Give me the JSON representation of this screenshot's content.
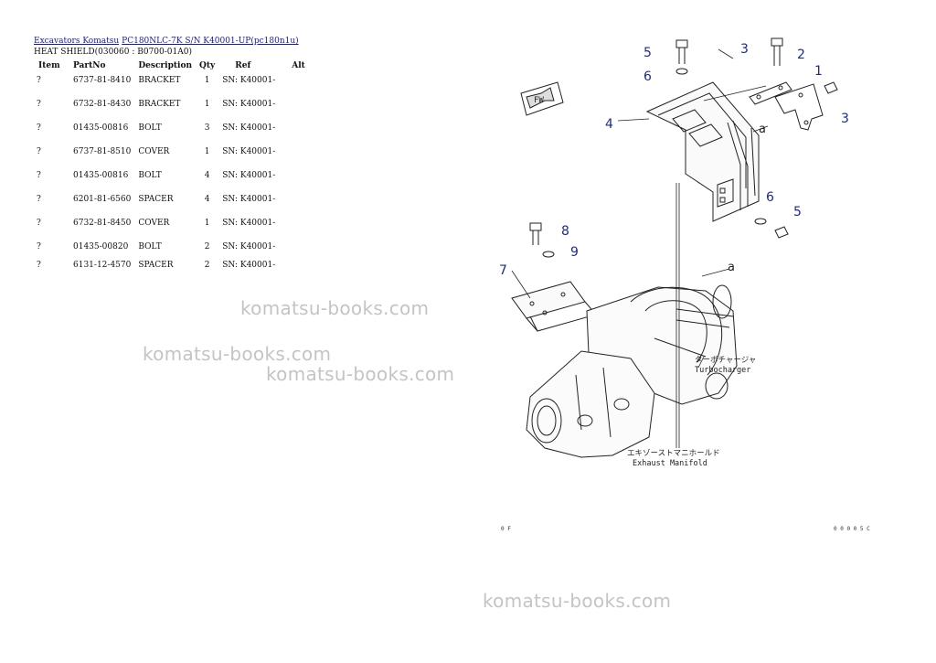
{
  "breadcrumb": {
    "category": "Excavators Komatsu",
    "model": "PC180NLC-7K S/N K40001-UP(pc180n1u)"
  },
  "page_title": "HEAT SHIELD(030060 : B0700-01A0)",
  "table": {
    "headers": {
      "item": "Item",
      "partno": "PartNo",
      "description": "Description",
      "qty": "Qty",
      "ref": "Ref",
      "alt": "Alt"
    },
    "rows": [
      {
        "item": "?",
        "partno": "6737-81-8410",
        "description": "BRACKET",
        "qty": "1",
        "ref": "SN: K40001-"
      },
      {
        "item": "?",
        "partno": "6732-81-8430",
        "description": "BRACKET",
        "qty": "1",
        "ref": "SN: K40001-"
      },
      {
        "item": "?",
        "partno": "01435-00816",
        "description": "BOLT",
        "qty": "3",
        "ref": "SN: K40001-"
      },
      {
        "item": "?",
        "partno": "6737-81-8510",
        "description": "COVER",
        "qty": "1",
        "ref": "SN: K40001-"
      },
      {
        "item": "?",
        "partno": "01435-00816",
        "description": "BOLT",
        "qty": "4",
        "ref": "SN: K40001-"
      },
      {
        "item": "?",
        "partno": "6201-81-6560",
        "description": "SPACER",
        "qty": "4",
        "ref": "SN: K40001-"
      },
      {
        "item": "?",
        "partno": "6732-81-8450",
        "description": "COVER",
        "qty": "1",
        "ref": "SN: K40001-"
      },
      {
        "item": "?",
        "partno": "01435-00820",
        "description": "BOLT",
        "qty": "2",
        "ref": "SN: K40001-"
      },
      {
        "item": "?",
        "partno": "6131-12-4570",
        "description": "SPACER",
        "qty": "2",
        "ref": "SN: K40001-"
      }
    ]
  },
  "watermarks": [
    "komatsu-books.com",
    "komatsu-books.com",
    "komatsu-books.com",
    "komatsu-books.com"
  ],
  "diagram": {
    "callouts": [
      "5",
      "3",
      "2",
      "1",
      "3",
      "6",
      "4",
      "6",
      "5",
      "8",
      "9",
      "7"
    ],
    "ref_letters": [
      "a",
      "a"
    ],
    "turbo_jp": "ターボチャージャ",
    "turbo_en": "Turbocharger",
    "manifold_jp": "エキゾーストマニホールド",
    "manifold_en": "Exhaust Manifold",
    "fw_mark": "FW",
    "corner_bottom_left": "0 F",
    "corner_bottom_right": "0 0 0 0 5 C"
  },
  "colors": {
    "link": "#1a1aa6",
    "callout": "#1a2a9a",
    "watermark": "#c4c4c4"
  }
}
